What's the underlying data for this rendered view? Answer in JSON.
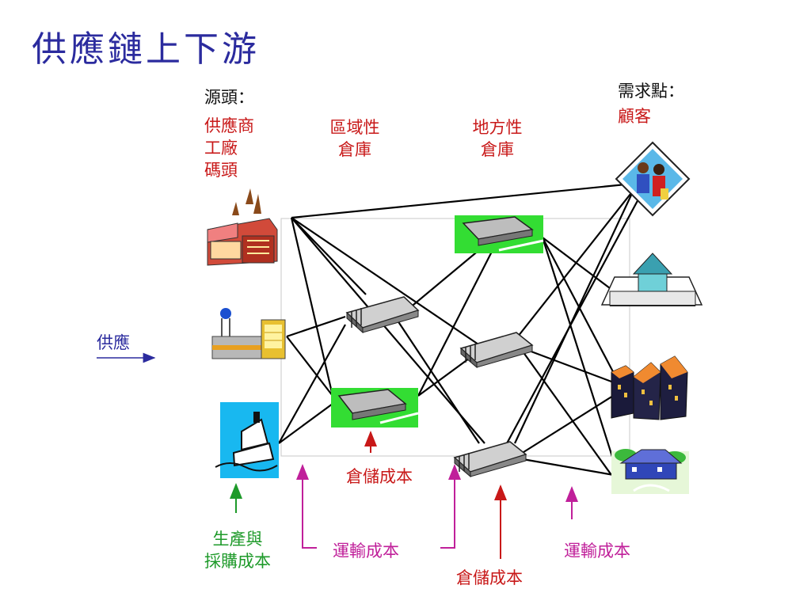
{
  "title": "供應鏈上下游",
  "headers": {
    "source_heading": "源頭：",
    "source_items": [
      "供應商",
      "工廠",
      "碼頭"
    ],
    "regional": [
      "區域性",
      "倉庫"
    ],
    "local": [
      "地方性",
      "倉庫"
    ],
    "demand_heading": "需求點：",
    "demand_item": "顧客"
  },
  "supply_label": "供應",
  "costs": {
    "warehouse_cost_1": "倉儲成本",
    "warehouse_cost_2": "倉儲成本",
    "production_cost": [
      "生產與",
      "採購成本"
    ],
    "transport_cost_1": "運輸成本",
    "transport_cost_2": "運輸成本"
  },
  "colors": {
    "title": "#2b2b9e",
    "red_text": "#c81818",
    "magenta_text": "#c0209a",
    "green_text": "#1e9a2a",
    "links": "#000000"
  },
  "icons": {
    "sources": [
      "factory-icon",
      "plant-icon",
      "ship-icon"
    ],
    "regional": [
      "warehouse-icon",
      "warehouse-aerial-icon"
    ],
    "local": [
      "warehouse-aerial-icon",
      "warehouse-icon",
      "warehouse-icon"
    ],
    "customers": [
      "family-icon",
      "building-icon",
      "city-icon",
      "house-icon"
    ]
  }
}
